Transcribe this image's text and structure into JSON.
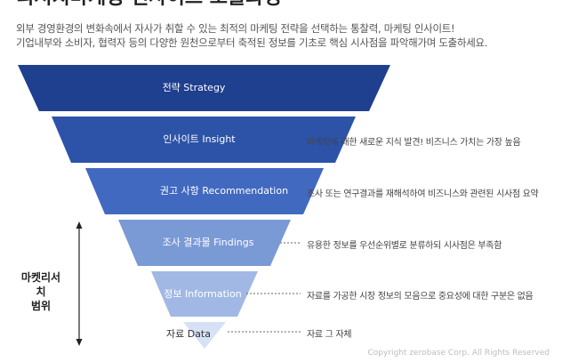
{
  "header": {
    "title_partial": "리서치마케팅 인사이트 도출과정",
    "intro_line1": "외부 경영환경의 변화속에서 자사가 취할 수 있는 최적의 마케팅 전략을 선택하는 통찰력, 마케팅 인사이트!",
    "intro_line2": "기업내부와 소비자, 협력자 등의 다양한 원천으로부터 축적된 정보를 기초로 핵심 시사점을 파악해가며 도출하세요."
  },
  "levels": [
    {
      "label": "전략 Strategy",
      "description": "",
      "color": "#1f3f8f"
    },
    {
      "label": "인사이트 Insight",
      "description": "마케팅에 대한 새로운 지식 발견! 비즈니스 가치는 가장 높음",
      "color": "#2d53a8"
    },
    {
      "label": "권고 사항 Recommendation",
      "description": "조사 또는 연구결과를 재해석하여 비즈니스와 관련된 시사점 요약",
      "color": "#4169c0"
    },
    {
      "label": "조사 결과물 Findings",
      "description": "유용한 정보를 우선순위별로 분류하되 시사점은 부족함",
      "color": "#7a9ad6"
    },
    {
      "label": "정보 Information",
      "description": "자료를 가공한 시장 정보의 모음으로 중요성에 대한 구분은 없음",
      "color": "#a2b8e4"
    },
    {
      "label": "자료 Data",
      "description": "자료 그 자체",
      "color": "#d6e1f5"
    }
  ],
  "range": {
    "line1": "마켓리서치",
    "line2": "범위"
  },
  "footer": {
    "copyright": "Copyright zerobase Corp. All Rights Reserved"
  }
}
